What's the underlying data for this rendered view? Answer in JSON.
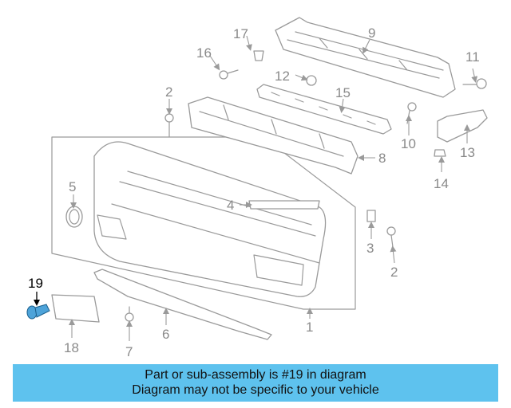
{
  "callouts": {
    "n1": "1",
    "n2a": "2",
    "n2b": "2",
    "n3": "3",
    "n4": "4",
    "n5": "5",
    "n6": "6",
    "n7": "7",
    "n8": "8",
    "n9": "9",
    "n10": "10",
    "n11": "11",
    "n12": "12",
    "n13": "13",
    "n14": "14",
    "n15": "15",
    "n16": "16",
    "n17": "17",
    "n18": "18",
    "n19": "19"
  },
  "highlight": {
    "part": "19",
    "color": "#4da3d9"
  },
  "caption": {
    "line1": "Part or sub-assembly is #19 in diagram",
    "line2": "Diagram may not be specific to your vehicle",
    "background": "#5ec2ee"
  }
}
